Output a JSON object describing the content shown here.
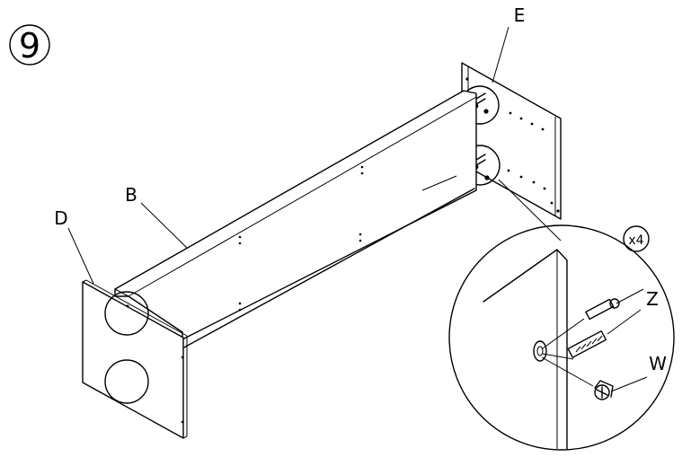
{
  "diagram": {
    "step_number": "9",
    "quantity": "x4",
    "part_labels": {
      "E": "E",
      "B": "B",
      "D": "D",
      "Z": "Z",
      "W": "W"
    }
  }
}
